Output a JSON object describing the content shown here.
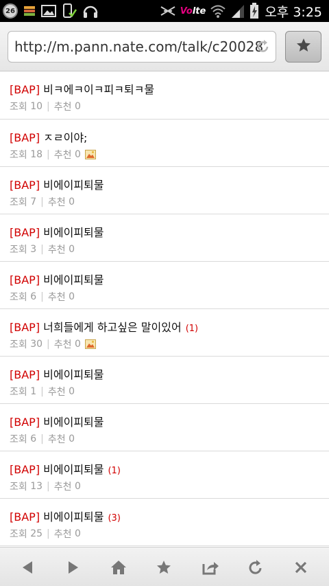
{
  "status_bar": {
    "badge": "26",
    "volte": {
      "v": "Vo",
      "rest": "lte"
    },
    "time": "오후 3:25",
    "icons": [
      "notification-badge-icon",
      "storage-icon",
      "image-icon",
      "phone-check-icon",
      "headset-icon",
      "no-signal-icon",
      "wifi-icon",
      "signal-icon",
      "battery-charging-icon"
    ]
  },
  "url_bar": {
    "url": "http://m.pann.nate.com/talk/c20028"
  },
  "posts": [
    {
      "tag": "[BAP]",
      "title": "비ㅋ에ㅋ이ㅋ피ㅋ퇴ㅋ물",
      "comments": "",
      "views_label": "조회",
      "views": "10",
      "rec_label": "추천",
      "rec": "0",
      "has_image": false
    },
    {
      "tag": "[BAP]",
      "title": "ㅈㄹ이야;",
      "comments": "",
      "views_label": "조회",
      "views": "18",
      "rec_label": "추천",
      "rec": "0",
      "has_image": true
    },
    {
      "tag": "[BAP]",
      "title": "비에이피퇴물",
      "comments": "",
      "views_label": "조회",
      "views": "7",
      "rec_label": "추천",
      "rec": "0",
      "has_image": false
    },
    {
      "tag": "[BAP]",
      "title": "비에이피퇴물",
      "comments": "",
      "views_label": "조회",
      "views": "3",
      "rec_label": "추천",
      "rec": "0",
      "has_image": false
    },
    {
      "tag": "[BAP]",
      "title": "비에이피퇴물",
      "comments": "",
      "views_label": "조회",
      "views": "6",
      "rec_label": "추천",
      "rec": "0",
      "has_image": false
    },
    {
      "tag": "[BAP]",
      "title": "너희들에게 하고싶은 말이있어",
      "comments": "(1)",
      "views_label": "조회",
      "views": "30",
      "rec_label": "추천",
      "rec": "0",
      "has_image": true
    },
    {
      "tag": "[BAP]",
      "title": "비에이피퇴물",
      "comments": "",
      "views_label": "조회",
      "views": "1",
      "rec_label": "추천",
      "rec": "0",
      "has_image": false
    },
    {
      "tag": "[BAP]",
      "title": "비에이피퇴물",
      "comments": "",
      "views_label": "조회",
      "views": "6",
      "rec_label": "추천",
      "rec": "0",
      "has_image": false
    },
    {
      "tag": "[BAP]",
      "title": "비에이피퇴물",
      "comments": "(1)",
      "views_label": "조회",
      "views": "13",
      "rec_label": "추천",
      "rec": "0",
      "has_image": false
    },
    {
      "tag": "[BAP]",
      "title": "비에이피퇴물",
      "comments": "(3)",
      "views_label": "조회",
      "views": "25",
      "rec_label": "추천",
      "rec": "0",
      "has_image": false
    }
  ],
  "bottom_bar": {
    "buttons": [
      "back-icon",
      "forward-icon",
      "home-icon",
      "bookmark-star-icon",
      "share-icon",
      "refresh-icon",
      "close-icon"
    ]
  },
  "colors": {
    "tag": "#d10000",
    "meta": "#999999",
    "accent_bg": "#e6e6e6"
  }
}
